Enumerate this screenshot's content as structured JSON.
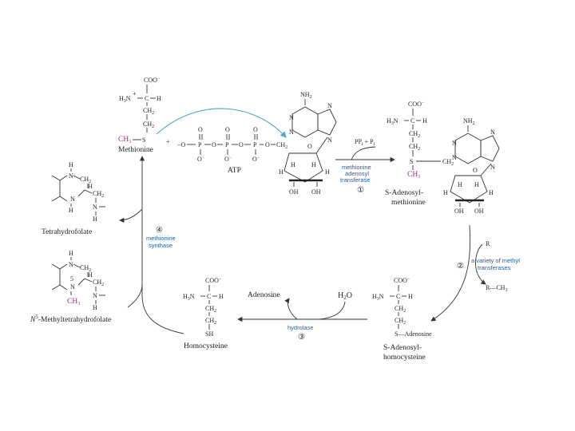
{
  "labels": {
    "methionine": "Methionine",
    "atp": "ATP",
    "sam_line1": "S-Adenosyl-",
    "sam_line2": "methionine",
    "sah_line1": "S-Adenosyl-",
    "sah_line2": "homocysteine",
    "homocysteine": "Homocysteine",
    "thf": "Tetrahydrofolate",
    "methylthf": "N",
    "methylthf_sup": "5",
    "methylthf_rest": "-Methyltetrahydrofolate",
    "adenosine": "Adenosine",
    "water": "H",
    "water_sub": "2",
    "water_rest": "O",
    "ppi": "PP",
    "ppi_sub": "i",
    "ppi_rest": " + P",
    "pi_sub": "i",
    "r": "R",
    "rch3": "R—CH",
    "rch3_sub": "3"
  },
  "enzymes": {
    "e1_line1": "methionine",
    "e1_line2": "adenosyl",
    "e1_line3": "transferase",
    "e1_num": "①",
    "e2_line1": "a variety of methyl",
    "e2_line2": "transferases",
    "e2_num": "②",
    "e3_line1": "hydrolase",
    "e3_num": "③",
    "e4_line1": "methionine",
    "e4_line2": "synthase",
    "e4_num": "④"
  },
  "atoms": {
    "coo_minus": "COO",
    "minus": "−",
    "h3n": "H",
    "h3n_sub": "3",
    "n_plus": "N",
    "c": "C",
    "h": "H",
    "ch2": "CH",
    "ch2_sub": "2",
    "ch3": "CH",
    "ch3_sub": "3",
    "s": "S",
    "sh": "SH",
    "o": "O",
    "p": "P",
    "n": "N",
    "nh2": "NH",
    "nh2_sub": "2",
    "oh": "OH",
    "plus": "+",
    "s_adenosine": "S—Adenosine",
    "five": "5"
  },
  "colors": {
    "methyl": "#c2189a",
    "enzyme_text": "#1f5fa8",
    "blue_arrow": "#4aa8cc",
    "ink": "#222222"
  }
}
